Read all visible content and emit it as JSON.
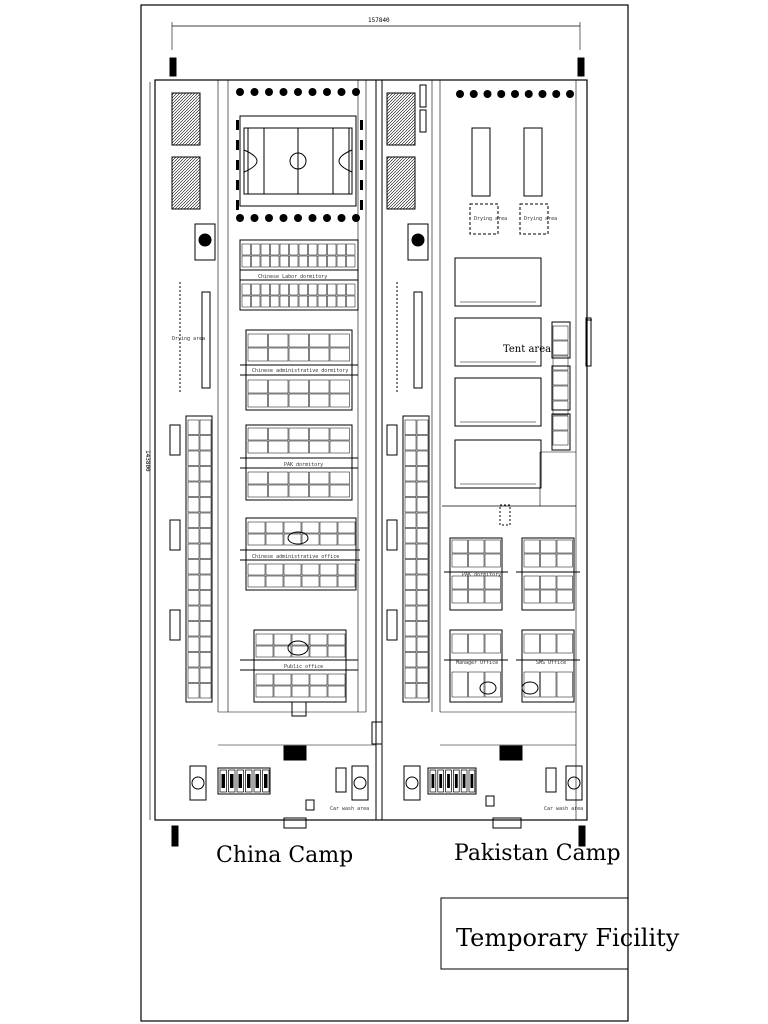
{
  "drawing": {
    "dimension_width": "157840",
    "dimension_height": "143800",
    "title_block": "Temporary Ficility"
  },
  "camps": {
    "china": {
      "label": "China Camp",
      "dormitory_label": "Chinese Labor dormitory",
      "admin_dormitory_label": "Chinese administrative dormitory",
      "pak_dormitory_label": "PAK dormitory",
      "admin_office_label": "Chinese administrative office",
      "public_office_label": "Public office",
      "drying_area_label": "Drying area",
      "car_wash_label": "Car wash area"
    },
    "pakistan": {
      "label": "Pakistan Camp",
      "tent_area_label": "Tent area",
      "drying_area_label": "Drying area",
      "drying_area_label_2": "Drying area",
      "dormitory_label": "PAK dormitory",
      "manager_office_label": "Manager Office",
      "sub_office_label": "SMS Office",
      "car_wash_label": "Car wash area"
    }
  },
  "icons": [
    "tree-icon",
    "basketball-court-icon",
    "vehicle-icon",
    "gate-icon"
  ]
}
